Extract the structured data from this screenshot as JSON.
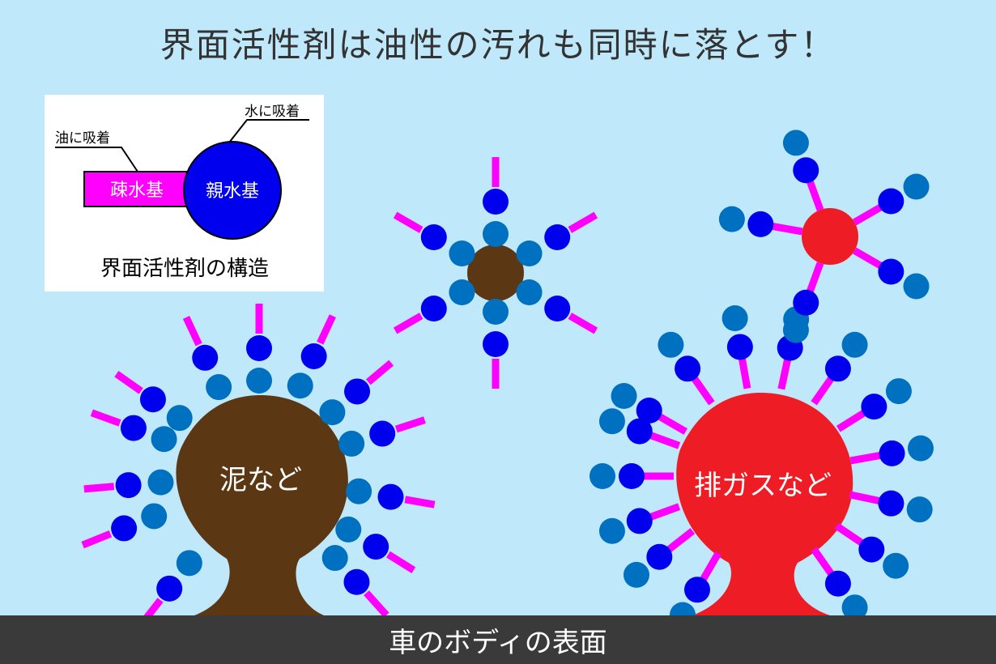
{
  "title": "界面活性剤は油性の汚れも同時に落とす！",
  "legend": {
    "caption": "界面活性剤の構造",
    "oil_label": "油に吸着",
    "water_label": "水に吸着",
    "hydrophobic": "疎水基",
    "hydrophilic": "親水基"
  },
  "dirt": {
    "mud": "泥など",
    "exhaust": "排ガスなど"
  },
  "footer": "車のボディの表面",
  "colors": {
    "background": "#bfe9fb",
    "hydrophobic_tail": "#ff00ff",
    "hydrophilic_head": "#0000ee",
    "water": "#0070c0",
    "mud": "#5c3713",
    "exhaust": "#ee1c25",
    "footer": "#3a3a3a"
  }
}
